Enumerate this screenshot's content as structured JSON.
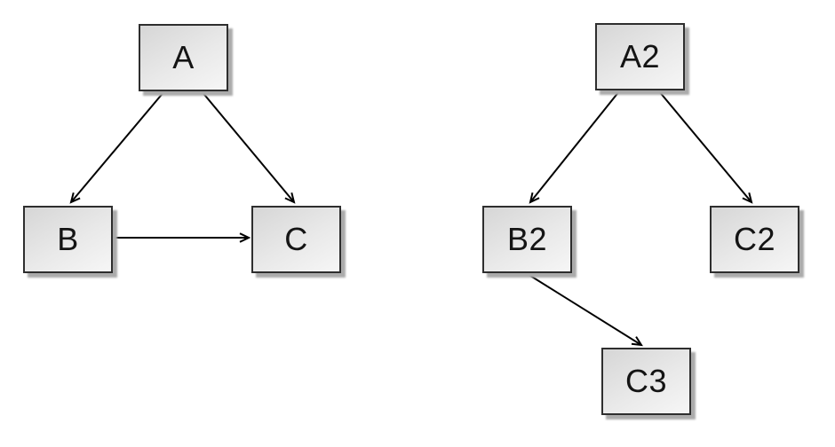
{
  "colors": {
    "background": "#ffffff",
    "node_fill_top": "#d6d6d6",
    "node_fill_bottom": "#f6f6f6",
    "node_border": "#2e2e2e",
    "node_shadow": "#ababab",
    "edge_stroke": "#000000",
    "label_text": "#141414"
  },
  "diagrams": [
    {
      "id": "left-graph",
      "nodes": [
        {
          "id": "A",
          "label": "A"
        },
        {
          "id": "B",
          "label": "B"
        },
        {
          "id": "C",
          "label": "C"
        }
      ],
      "edges": [
        {
          "from": "A",
          "to": "B"
        },
        {
          "from": "A",
          "to": "C"
        },
        {
          "from": "B",
          "to": "C"
        }
      ]
    },
    {
      "id": "right-graph",
      "nodes": [
        {
          "id": "A2",
          "label": "A2"
        },
        {
          "id": "B2",
          "label": "B2"
        },
        {
          "id": "C2",
          "label": "C2"
        },
        {
          "id": "C3",
          "label": "C3"
        }
      ],
      "edges": [
        {
          "from": "A2",
          "to": "B2"
        },
        {
          "from": "A2",
          "to": "C2"
        },
        {
          "from": "B2",
          "to": "C3"
        }
      ]
    }
  ]
}
